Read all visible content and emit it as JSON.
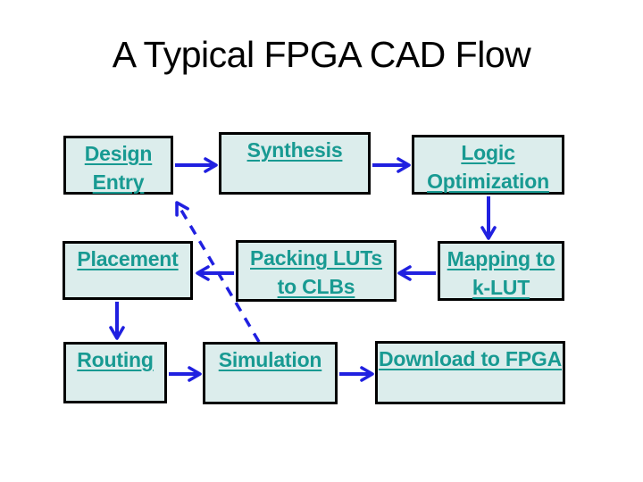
{
  "title": "A Typical FPGA CAD Flow",
  "colors": {
    "background": "#ffffff",
    "box_fill": "#dcedec",
    "box_border": "#000000",
    "label_text": "#189a92",
    "arrow": "#2020e0",
    "title_text": "#000000"
  },
  "nodes": [
    {
      "id": "design-entry",
      "label": "Design Entry"
    },
    {
      "id": "synthesis",
      "label": "Synthesis"
    },
    {
      "id": "logic-optimization",
      "label": "Logic Optimization"
    },
    {
      "id": "placement",
      "label": "Placement"
    },
    {
      "id": "packing-luts-to-clbs",
      "label": "Packing LUTs to CLBs"
    },
    {
      "id": "mapping-to-k-lut",
      "label": "Mapping to k-LUT"
    },
    {
      "id": "routing",
      "label": "Routing"
    },
    {
      "id": "simulation",
      "label": "Simulation"
    },
    {
      "id": "download-to-fpga",
      "label": "Download to FPGA"
    }
  ],
  "edges": [
    {
      "from": "design-entry",
      "to": "synthesis",
      "style": "solid"
    },
    {
      "from": "synthesis",
      "to": "logic-optimization",
      "style": "solid"
    },
    {
      "from": "logic-optimization",
      "to": "mapping-to-k-lut",
      "style": "solid"
    },
    {
      "from": "mapping-to-k-lut",
      "to": "packing-luts-to-clbs",
      "style": "solid"
    },
    {
      "from": "packing-luts-to-clbs",
      "to": "placement",
      "style": "solid"
    },
    {
      "from": "placement",
      "to": "routing",
      "style": "solid"
    },
    {
      "from": "routing",
      "to": "simulation",
      "style": "solid"
    },
    {
      "from": "simulation",
      "to": "download-to-fpga",
      "style": "solid"
    },
    {
      "from": "simulation",
      "to": "design-entry",
      "style": "dashed"
    }
  ]
}
